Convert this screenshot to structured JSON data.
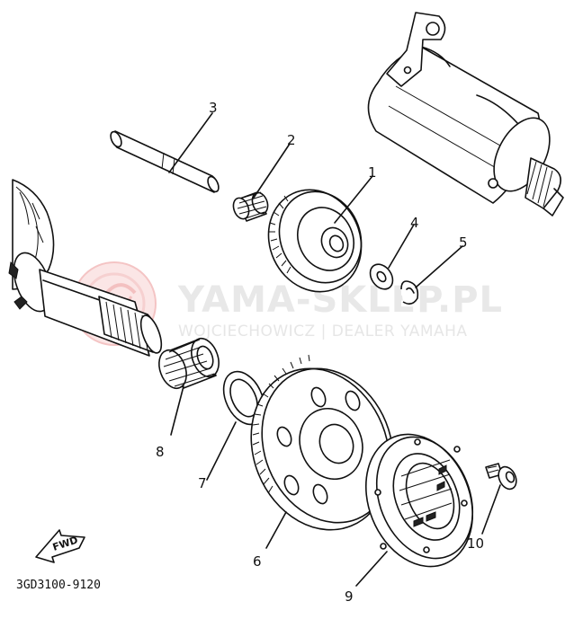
{
  "watermark": {
    "title": "YAMA-SKLEP.PL",
    "subtitle": "WOJCIECHOWICZ | DEALER YAMAHA"
  },
  "diagram_code": "3GD3100-9120",
  "fwd_label": "FWD",
  "callouts": [
    "1",
    "2",
    "3",
    "4",
    "5",
    "6",
    "7",
    "8",
    "9",
    "10"
  ]
}
